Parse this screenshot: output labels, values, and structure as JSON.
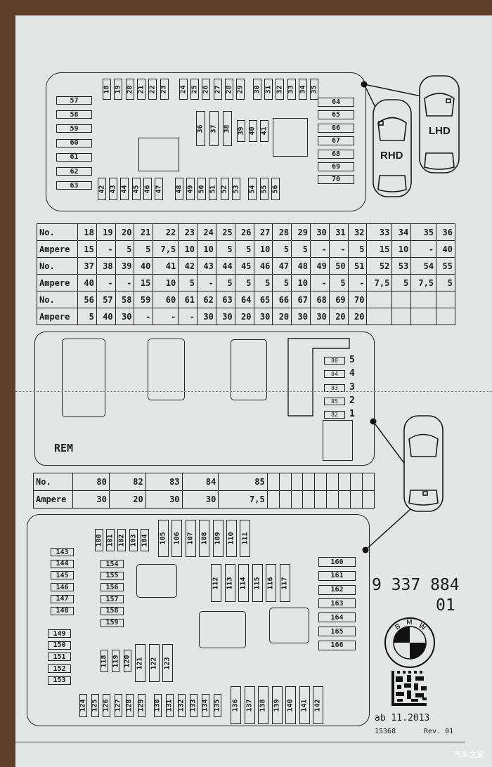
{
  "top_box": {
    "top_row": [
      "18",
      "19",
      "20",
      "21",
      "22",
      "23",
      "24",
      "25",
      "26",
      "27",
      "28",
      "29",
      "30",
      "31",
      "32",
      "33",
      "34",
      "35"
    ],
    "left_col": [
      "57",
      "58",
      "59",
      "60",
      "61",
      "62",
      "63"
    ],
    "right_col": [
      "64",
      "65",
      "66",
      "67",
      "68",
      "69",
      "70"
    ],
    "center_large": [
      "36",
      "37",
      "38"
    ],
    "center_small": [
      "39",
      "40",
      "41"
    ],
    "bottom_row": [
      "42",
      "43",
      "44",
      "45",
      "46",
      "47",
      "48",
      "49",
      "50",
      "51",
      "52",
      "53",
      "54",
      "55",
      "56"
    ]
  },
  "cars": {
    "rhd_label": "RHD",
    "lhd_label": "LHD"
  },
  "table1": {
    "rows": [
      [
        "No.",
        "18",
        "19",
        "20",
        "21",
        "22",
        "23",
        "24",
        "25",
        "26",
        "27",
        "28",
        "29",
        "30",
        "31",
        "32",
        "33",
        "34",
        "35",
        "36"
      ],
      [
        "Ampere",
        "15",
        "-",
        "5",
        "5",
        "7,5",
        "10",
        "10",
        "5",
        "5",
        "10",
        "5",
        "5",
        "-",
        "-",
        "5",
        "15",
        "10",
        "-",
        "40"
      ],
      [
        "No.",
        "37",
        "38",
        "39",
        "40",
        "41",
        "42",
        "43",
        "44",
        "45",
        "46",
        "47",
        "48",
        "49",
        "50",
        "51",
        "52",
        "53",
        "54",
        "55"
      ],
      [
        "Ampere",
        "40",
        "-",
        "-",
        "15",
        "10",
        "5",
        "-",
        "5",
        "5",
        "5",
        "5",
        "10",
        "-",
        "5",
        "-",
        "7,5",
        "5",
        "7,5",
        "5"
      ],
      [
        "No.",
        "56",
        "57",
        "58",
        "59",
        "60",
        "61",
        "62",
        "63",
        "64",
        "65",
        "66",
        "67",
        "68",
        "69",
        "70",
        "",
        "",
        "",
        ""
      ],
      [
        "Ampere",
        "5",
        "40",
        "30",
        "-",
        "-",
        "-",
        "30",
        "30",
        "20",
        "30",
        "20",
        "30",
        "30",
        "20",
        "20",
        "",
        "",
        "",
        ""
      ]
    ]
  },
  "middle_box": {
    "rem_label": "REM",
    "relay_fuses": [
      "80",
      "84",
      "83",
      "85",
      "82"
    ],
    "positions": [
      "5",
      "4",
      "3",
      "2",
      "1"
    ]
  },
  "table2": {
    "rows": [
      [
        "No.",
        "80",
        "82",
        "83",
        "84",
        "85",
        "",
        "",
        "",
        "",
        "",
        "",
        "",
        "",
        ""
      ],
      [
        "Ampere",
        "30",
        "20",
        "30",
        "30",
        "7,5",
        "",
        "",
        "",
        "",
        "",
        "",
        "",
        "",
        ""
      ]
    ]
  },
  "bottom_box": {
    "g100": [
      "100",
      "101",
      "102",
      "103",
      "104"
    ],
    "g105": [
      "105",
      "106",
      "107",
      "108",
      "109",
      "110",
      "111"
    ],
    "g143": [
      "143",
      "144",
      "145",
      "146",
      "147",
      "148"
    ],
    "g149": [
      "149",
      "150",
      "151",
      "152",
      "153"
    ],
    "g154": [
      "154",
      "155",
      "156",
      "157",
      "158",
      "159"
    ],
    "g112": [
      "112",
      "113",
      "114",
      "115",
      "116",
      "117"
    ],
    "g118": [
      "118",
      "119",
      "120"
    ],
    "g121": [
      "121",
      "122",
      "123"
    ],
    "g124": [
      "124",
      "125",
      "126",
      "127",
      "128",
      "129"
    ],
    "g130": [
      "130",
      "131",
      "132",
      "133",
      "134",
      "135"
    ],
    "g136": [
      "136",
      "137",
      "138",
      "139",
      "140",
      "141",
      "142"
    ],
    "g160": [
      "160",
      "161",
      "162",
      "163",
      "164",
      "165",
      "166"
    ]
  },
  "label": {
    "part_number": "9 337 884",
    "part_suffix": "01",
    "logo_text": "BMW",
    "date": "ab 11.2013",
    "code": "15368",
    "revision": "Rev. 01"
  },
  "watermark": "汽车之家"
}
